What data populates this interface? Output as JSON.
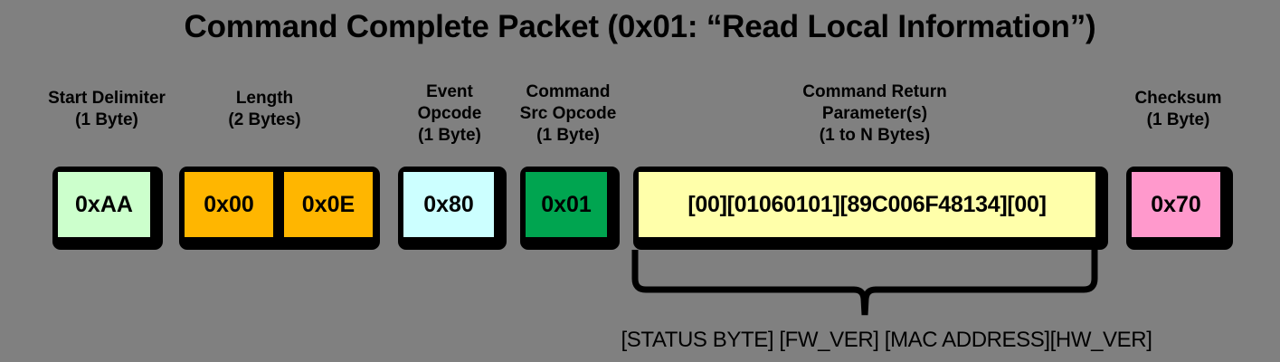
{
  "background_color": "#808080",
  "title": "Command Complete Packet (0x01: “Read Local Information”)",
  "labels": {
    "start_delimiter": "Start Delimiter\n(1 Byte)",
    "length": "Length\n(2 Bytes)",
    "event_opcode": "Event\nOpcode\n(1 Byte)",
    "command_src_opcode": "Command\nSrc Opcode\n(1 Byte)",
    "command_return_parameters": "Command Return\nParameter(s)\n(1 to N Bytes)",
    "checksum": "Checksum\n(1 Byte)"
  },
  "fields": [
    {
      "name": "start-delimiter",
      "label": "Start Delimiter",
      "size": "1 Byte",
      "value": "0xAA",
      "fill_color": "#CCFFCC"
    },
    {
      "name": "length-high",
      "label": "Length",
      "size": "2 Bytes",
      "value": "0x00",
      "fill_color": "#FFB600"
    },
    {
      "name": "length-low",
      "label": "Length",
      "size": "2 Bytes",
      "value": "0x0E",
      "fill_color": "#FFB600"
    },
    {
      "name": "event-opcode",
      "label": "Event Opcode",
      "size": "1 Byte",
      "value": "0x80",
      "fill_color": "#CCFFFF"
    },
    {
      "name": "command-src-opcode",
      "label": "Command Src Opcode",
      "size": "1 Byte",
      "value": "0x01",
      "fill_color": "#00A550"
    },
    {
      "name": "command-return-parameters",
      "label": "Command Return Parameter(s)",
      "size": "1 to N Bytes",
      "value": "[00][01060101][89C006F48134][00]",
      "fill_color": "#FFFFAA"
    },
    {
      "name": "checksum",
      "label": "Checksum",
      "size": "1 Byte",
      "value": "0x70",
      "fill_color": "#FF99CC"
    }
  ],
  "brace_caption": "[STATUS BYTE] [FW_VER] [MAC ADDRESS][HW_VER]",
  "brace_color": "#000000",
  "outline_color": "#000000"
}
